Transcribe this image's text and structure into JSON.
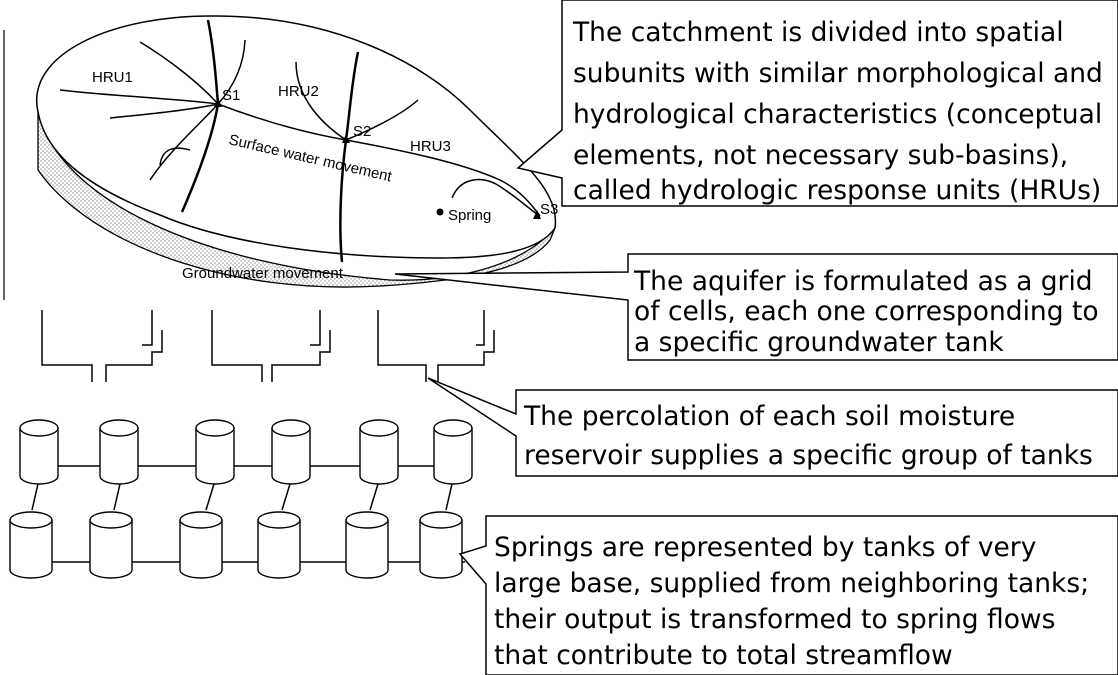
{
  "landscape": {
    "hru_labels": [
      "HRU1",
      "HRU2",
      "HRU3"
    ],
    "outlet_labels": [
      "S1",
      "S2",
      "S3"
    ],
    "spring_label": "Spring",
    "surface_label": "Surface water movement",
    "groundwater_label": "Groundwater movement"
  },
  "callouts": [
    {
      "lines": [
        "The catchment is divided into spatial",
        "subunits with similar morphological and",
        "hydrological characteristics (conceptual",
        "elements, not necessary sub-basins),",
        "called hydrologic response units (HRUs)"
      ]
    },
    {
      "lines": [
        "The aquifer is formulated as a grid",
        "of cells, each one corresponding to",
        "a specific groundwater tank"
      ]
    },
    {
      "lines": [
        "The percolation of each soil moisture",
        "reservoir supplies a specific group of tanks"
      ]
    },
    {
      "lines": [
        "Springs are represented by tanks of very",
        "large base, supplied from neighboring tanks;",
        "their output is transformed to spring flows",
        "that contribute to total streamflow"
      ]
    }
  ],
  "colors": {
    "line": "#000000",
    "background": "#ffffff",
    "aquifer_pattern": "#9a9a9a"
  }
}
